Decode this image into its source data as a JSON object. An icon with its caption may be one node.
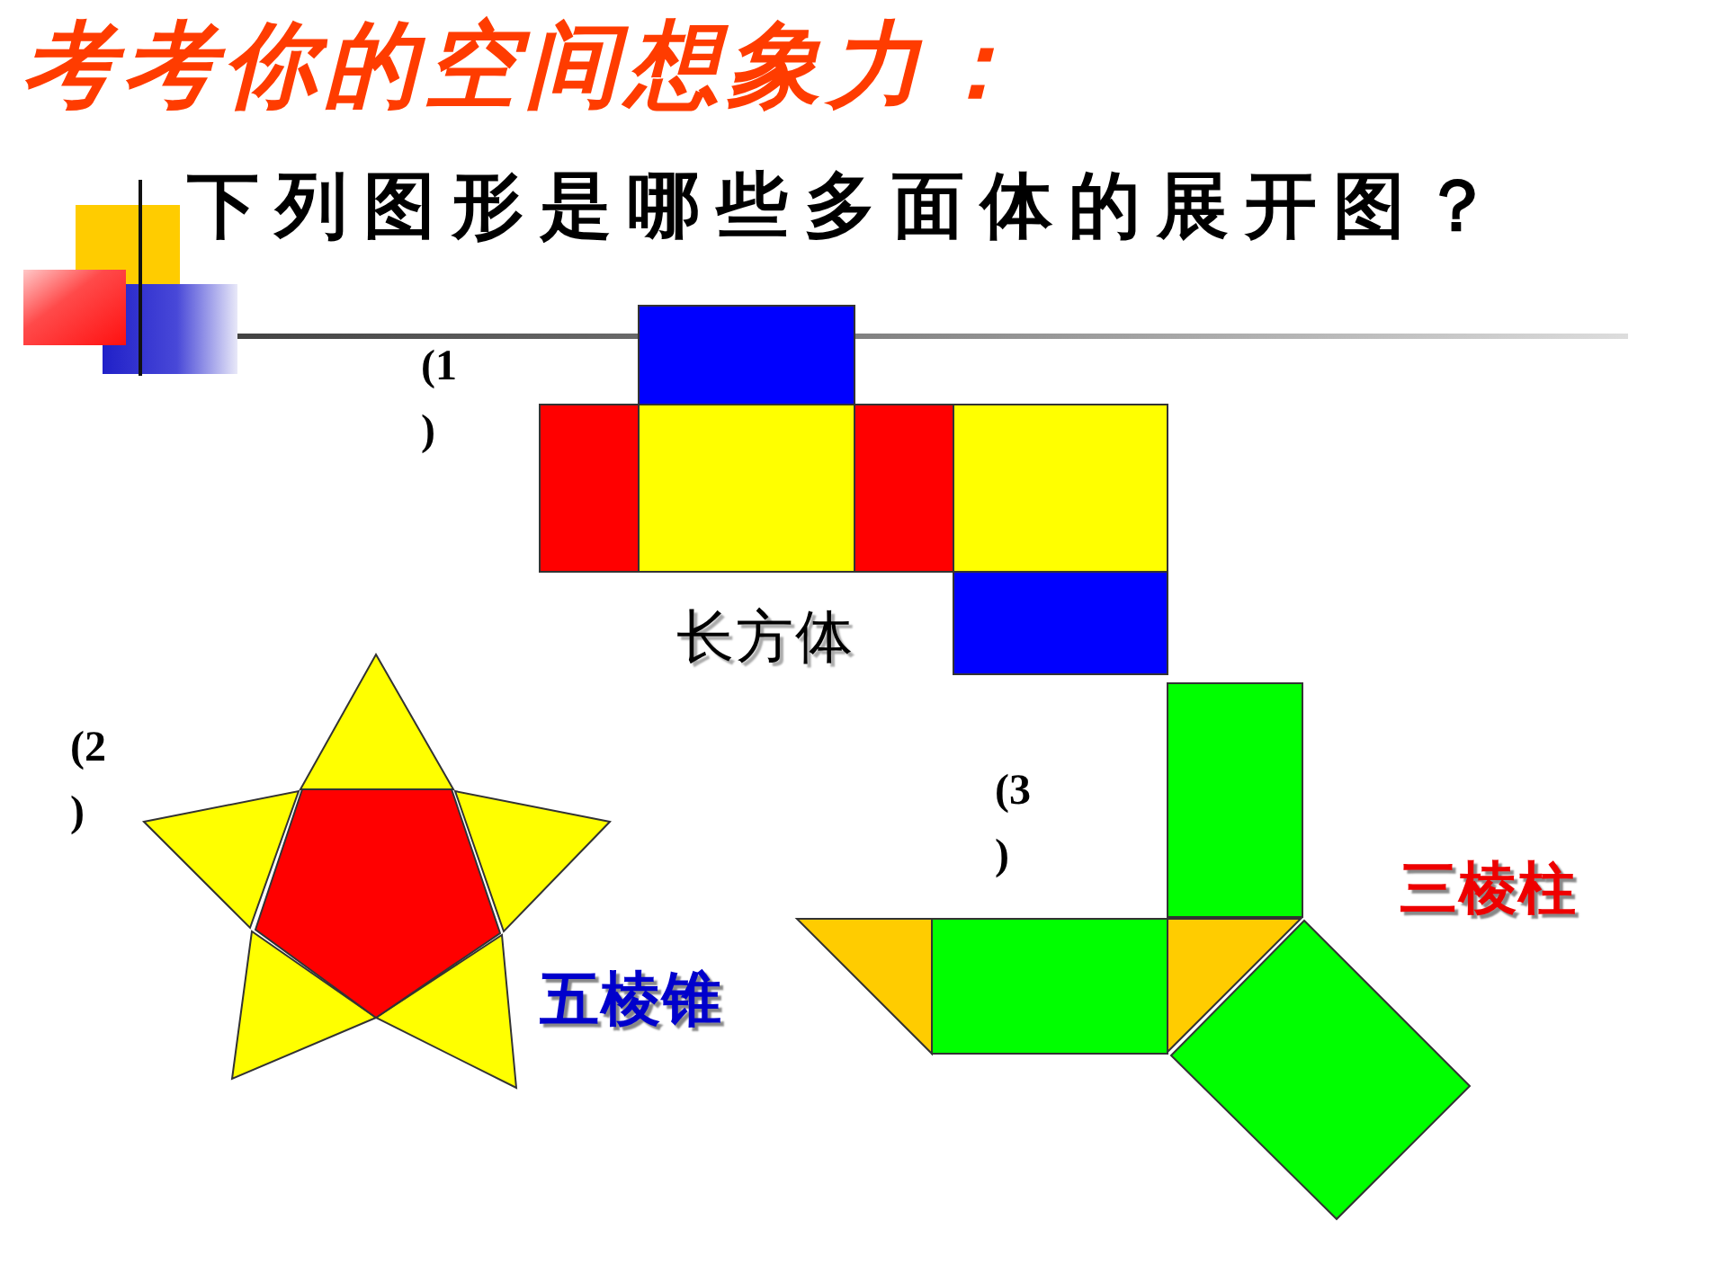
{
  "diagram": {
    "title": "考考你的空间想象力：",
    "labels": [
      "下列图形是哪些多面体的展开图？",
      "(1 )",
      "长方体",
      "(2 )",
      "五棱锥",
      "(3 )",
      "三棱柱"
    ]
  }
}
